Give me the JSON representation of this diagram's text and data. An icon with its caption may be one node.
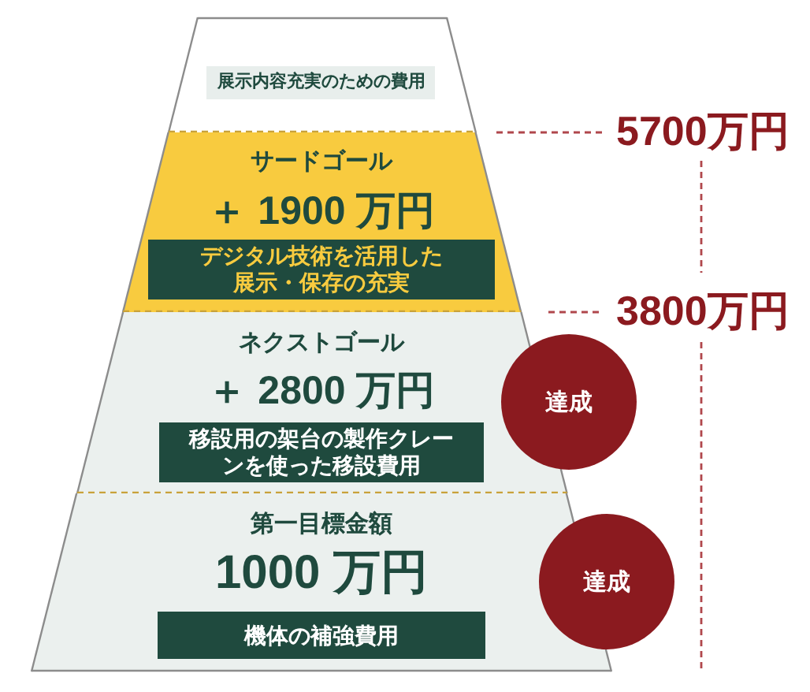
{
  "diagram": {
    "nodes": [
      {
        "text": [],
        "shape": "band"
      },
      {
        "text": [
          "展示内容充実のための費用"
        ],
        "in": 0
      },
      {
        "text": [
          "サードゴール",
          "＋ 1900 万円"
        ]
      },
      {
        "text": [
          "デジタル技術を活用した展示・保存の充実"
        ],
        "in": 2
      },
      {
        "text": [
          "ネクストゴール",
          "＋ 2800 万円"
        ]
      },
      {
        "text": [
          "移設用の架台の製作クレーンを使った移設費用"
        ],
        "in": 4
      },
      {
        "text": [
          "達成"
        ]
      },
      {
        "text": [
          "第一目標金額",
          "1000 万円"
        ]
      },
      {
        "text": [
          "機体の補強費用"
        ],
        "in": 7
      },
      {
        "text": [
          "達成"
        ]
      }
    ],
    "labels": [
      "5700万円",
      "3800万円"
    ]
  }
}
